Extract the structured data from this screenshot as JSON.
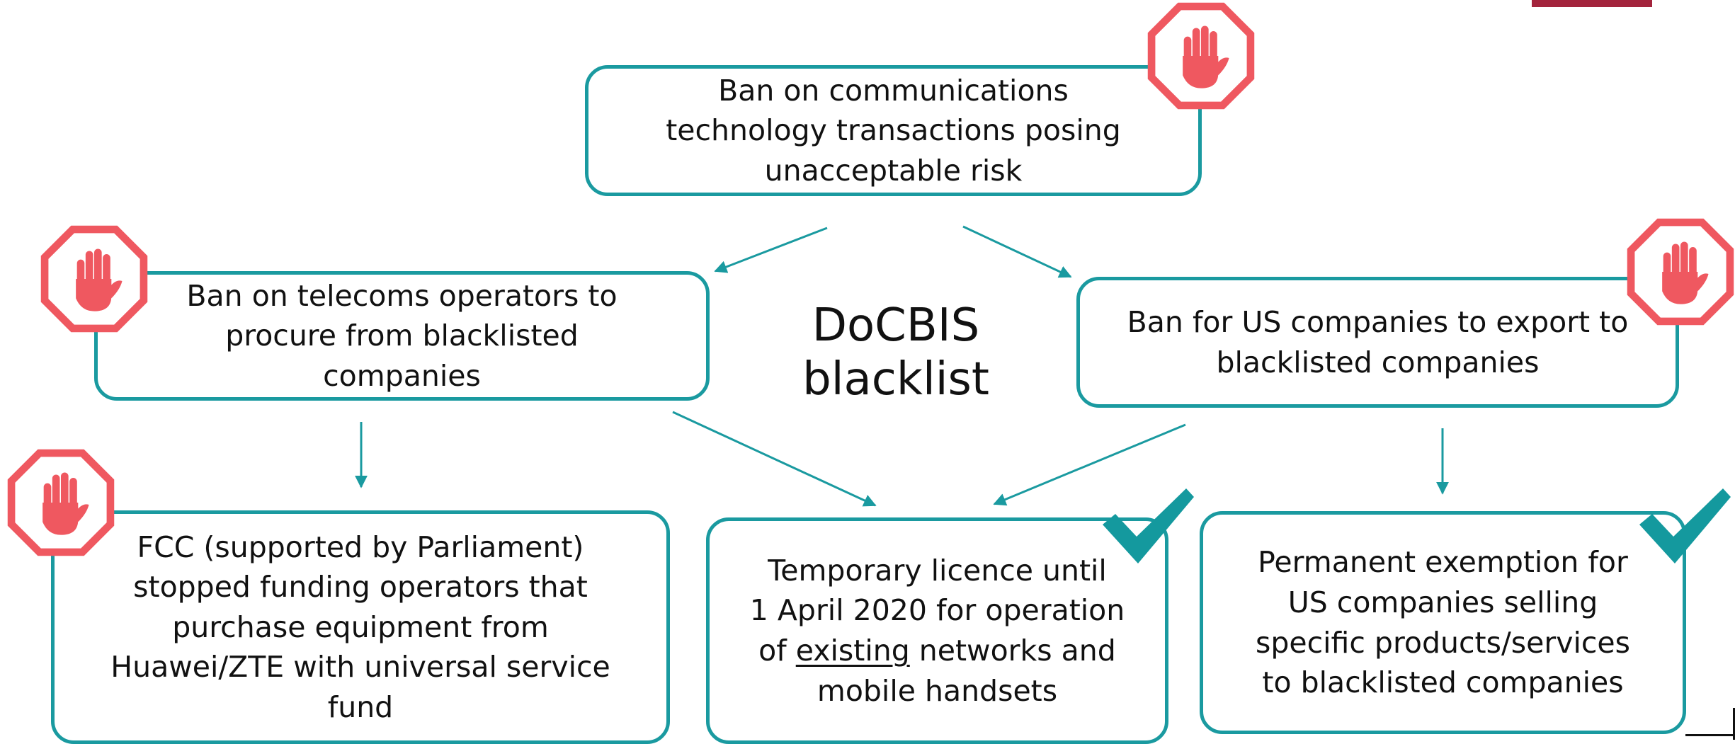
{
  "colors": {
    "teal": "#1a9aa0",
    "stop_red": "#ef5860",
    "check_teal": "#14999e",
    "corner_accent": "#a3243c"
  },
  "center_label": "DoCBIS\nblacklist",
  "boxes": {
    "top": "Ban on communications\ntechnology transactions posing\nunacceptable risk",
    "telecoms": "Ban on telecoms operators to\nprocure from blacklisted\ncompanies",
    "export": "Ban for US companies to export to\nblacklisted companies",
    "fcc": "FCC (supported by Parliament)\nstopped funding operators that\npurchase equipment from\nHuawei/ZTE with universal service\nfund",
    "licence": {
      "before": "Temporary licence until\n1 April 2020 for operation\nof ",
      "underlined": "existing",
      "after": " networks and\nmobile handsets"
    },
    "exemption": "Permanent exemption for\nUS companies selling\nspecific products/services\nto blacklisted companies"
  },
  "icons": [
    "stop-hand-icon",
    "check-icon"
  ]
}
